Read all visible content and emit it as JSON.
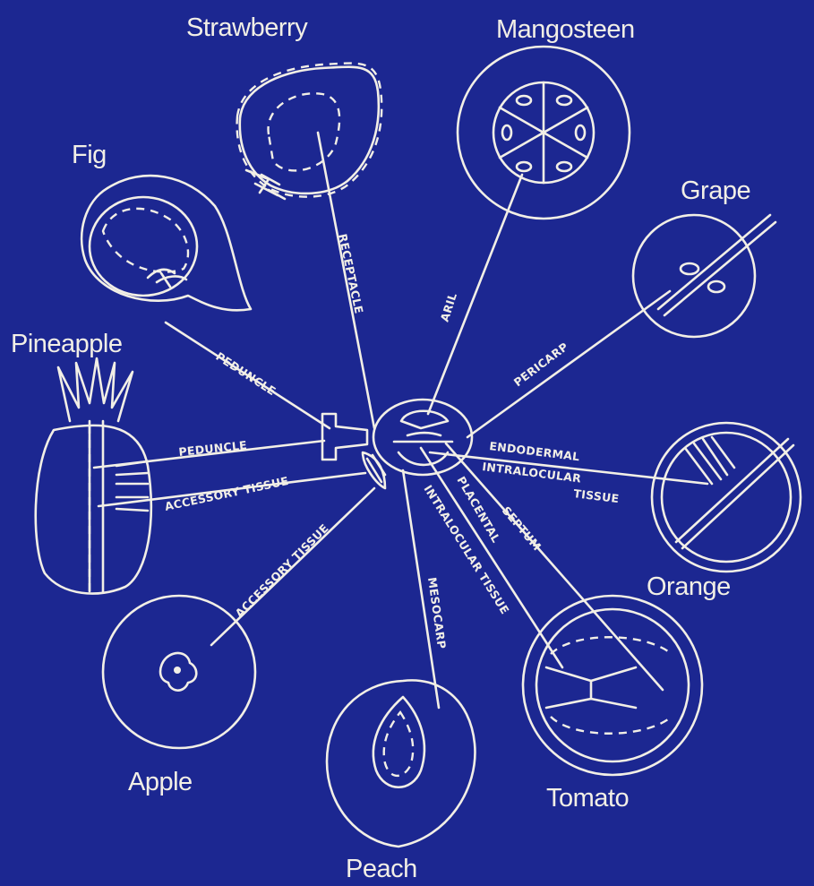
{
  "fruits": {
    "strawberry": "Strawberry",
    "mangosteen": "Mangosteen",
    "fig": "Fig",
    "grape": "Grape",
    "pineapple": "Pineapple",
    "orange": "Orange",
    "apple": "Apple",
    "tomato": "Tomato",
    "peach": "Peach"
  },
  "tissues": {
    "receptacle": "RECEPTACLE",
    "aril": "ARIL",
    "pericarp": "PERICARP",
    "peduncle_fig": "PEDUNCLE",
    "peduncle_pineapple": "PEDUNCLE",
    "accessory_tissue_pineapple": "ACCESSORY TISSUE",
    "accessory_tissue_apple": "ACCESSORY TISSUE",
    "endodermal_line1": "ENDODERMAL",
    "endodermal_line2": "INTRALOCULAR",
    "endodermal_line3": "TISSUE",
    "placental_line1": "PLACENTAL",
    "placental_line2": "INTRALOCULAR TISSUE",
    "septum": "SEPTUM",
    "mesocarp": "MESOCARP"
  },
  "colors": {
    "background": "#1c2791",
    "ink": "#f2efe6"
  }
}
